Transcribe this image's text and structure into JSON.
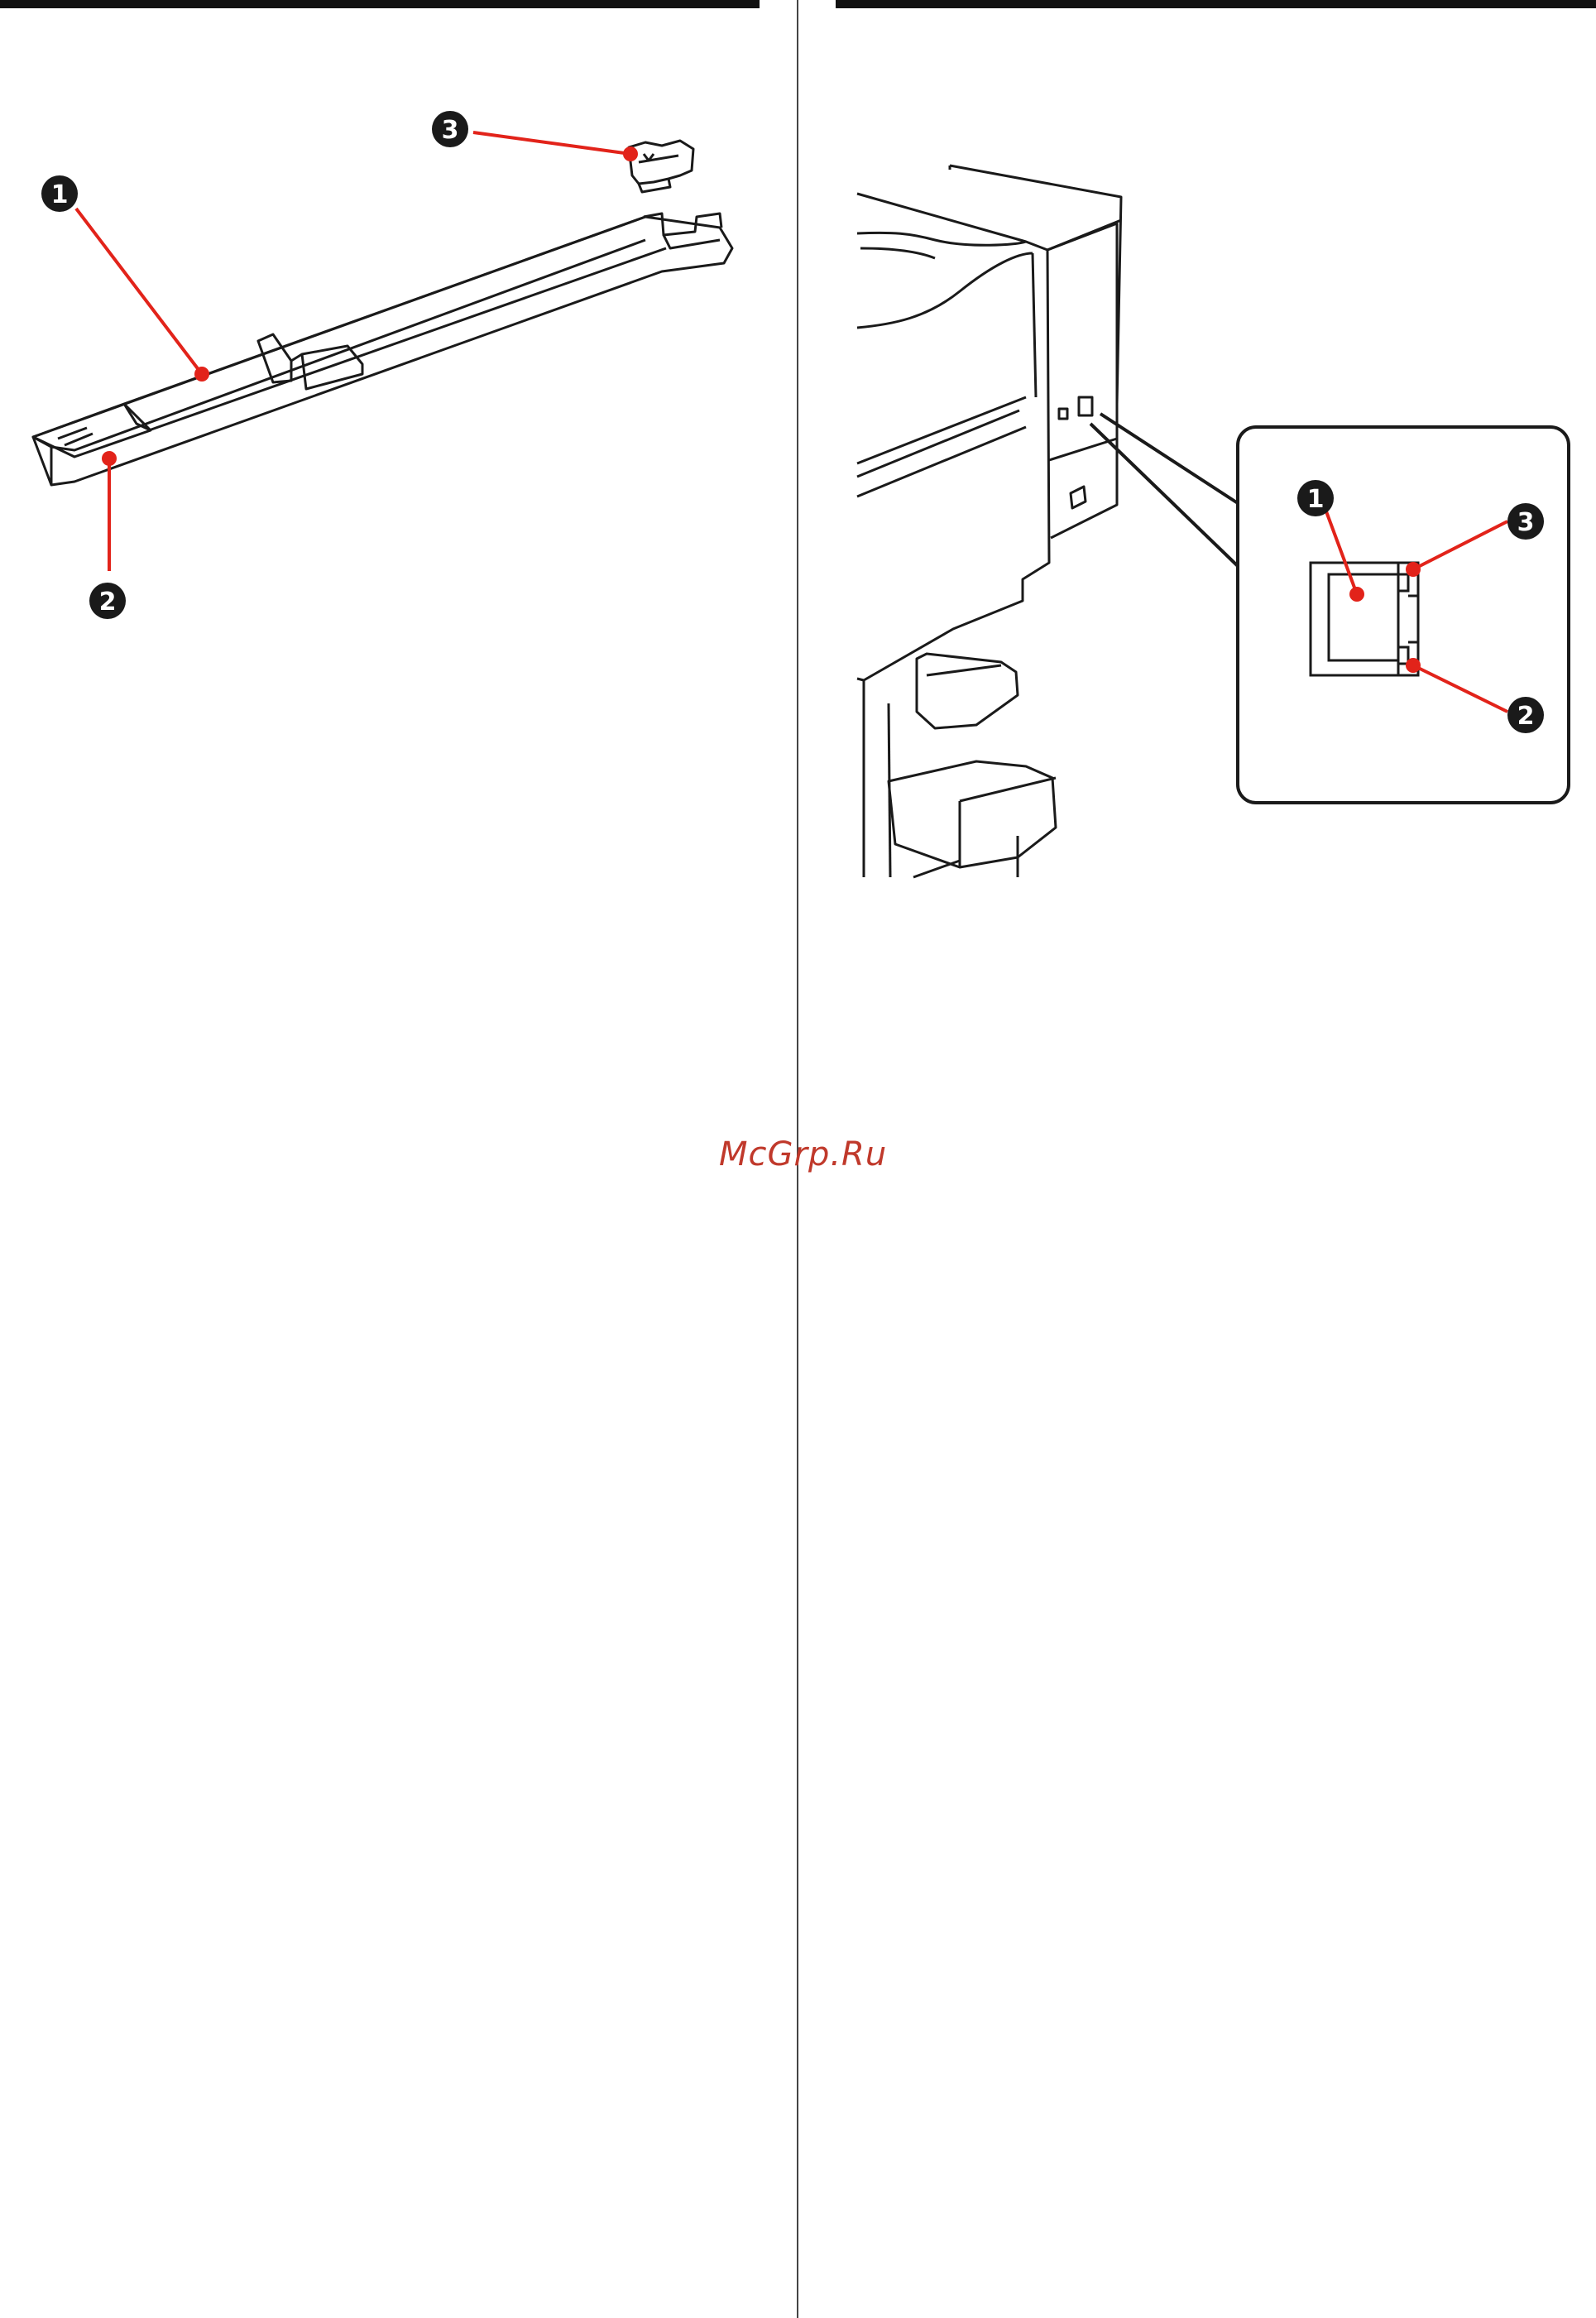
{
  "page": {
    "watermark": "McGrp.Ru"
  },
  "left_figure": {
    "callouts": [
      {
        "number": "1"
      },
      {
        "number": "2"
      },
      {
        "number": "3"
      }
    ]
  },
  "right_figure": {
    "callouts": [
      {
        "number": "1"
      },
      {
        "number": "2"
      },
      {
        "number": "3"
      }
    ]
  },
  "colors": {
    "leader": "#e2231a",
    "ink": "#1a1a1a",
    "callout_bg": "#1a1a1a",
    "callout_text": "#ffffff"
  }
}
